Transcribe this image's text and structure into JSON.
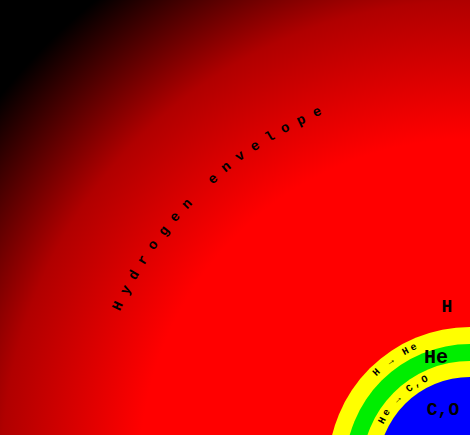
{
  "diagram": {
    "labels": [
      "Hydrogen envelope",
      "H",
      "H → He",
      "He",
      "He → C,O",
      "C,O"
    ]
  }
}
